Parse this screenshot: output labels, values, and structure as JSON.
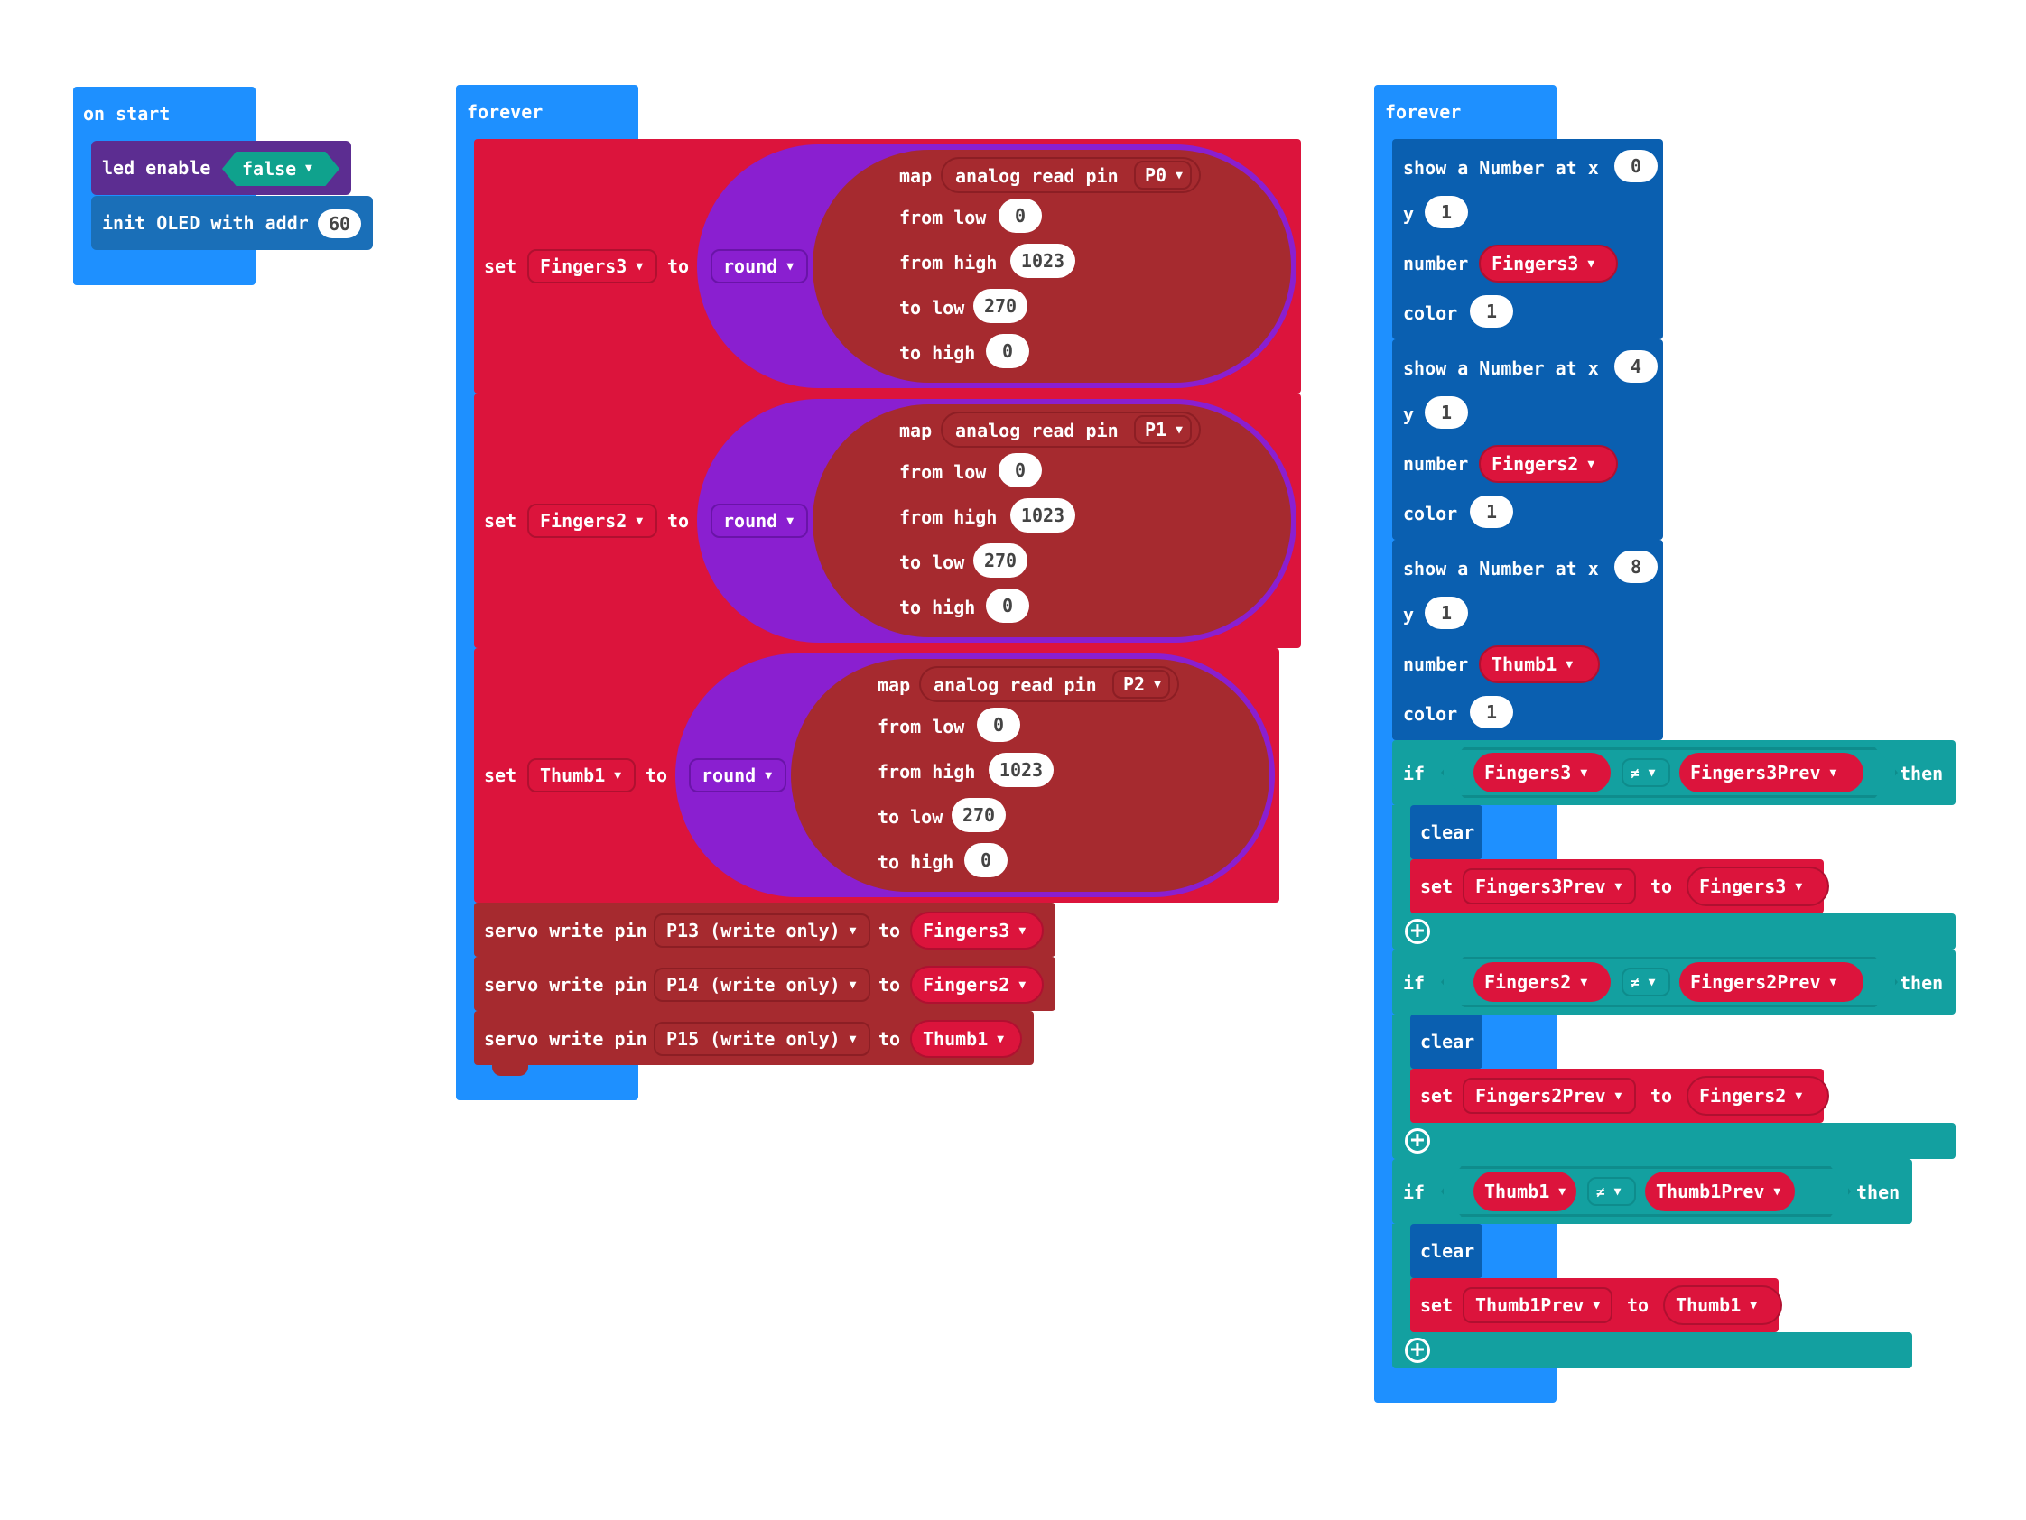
{
  "colors": {
    "loops": "#1e90ff",
    "variables": "#dc143c",
    "math": "#8a1fd0",
    "pins": "#a62a2f",
    "oled": "#0a5fb0",
    "logic": "#13a0a0",
    "led": "#5c2d91",
    "boolean": "#0fa28d"
  },
  "on_start": {
    "header": "on start",
    "led_label": "led enable",
    "led_value": "false",
    "init_label": "init OLED with addr",
    "init_value": "60"
  },
  "forever1": {
    "header": "forever",
    "set_word": "set",
    "to_word": "to",
    "round_label": "round",
    "map_word": "map",
    "analog_label": "analog read pin",
    "from_low": "from low",
    "from_high": "from high",
    "to_low": "to low",
    "to_high": "to high",
    "sets": [
      {
        "var": "Fingers3",
        "pin": "P0",
        "from_low": "0",
        "from_high": "1023",
        "to_low": "270",
        "to_high": "0"
      },
      {
        "var": "Fingers2",
        "pin": "P1",
        "from_low": "0",
        "from_high": "1023",
        "to_low": "270",
        "to_high": "0"
      },
      {
        "var": "Thumb1",
        "pin": "P2",
        "from_low": "0",
        "from_high": "1023",
        "to_low": "270",
        "to_high": "0"
      }
    ],
    "servo_label": "servo write pin",
    "servos": [
      {
        "pin": "P13 (write only)",
        "value": "Fingers3"
      },
      {
        "pin": "P14 (write only)",
        "value": "Fingers2"
      },
      {
        "pin": "P15 (write only)",
        "value": "Thumb1"
      }
    ]
  },
  "forever2": {
    "header": "forever",
    "show_label": "show a Number at x",
    "y_label": "y",
    "number_label": "number",
    "color_label": "color",
    "shows": [
      {
        "x": "0",
        "y": "1",
        "number": "Fingers3",
        "color": "1"
      },
      {
        "x": "4",
        "y": "1",
        "number": "Fingers2",
        "color": "1"
      },
      {
        "x": "8",
        "y": "1",
        "number": "Thumb1",
        "color": "1"
      }
    ],
    "if_word": "if",
    "then_word": "then",
    "clear_label": "clear",
    "neq_op": "≠",
    "ifs": [
      {
        "left": "Fingers3",
        "right": "Fingers3Prev",
        "set_var": "Fingers3Prev",
        "set_val": "Fingers3"
      },
      {
        "left": "Fingers2",
        "right": "Fingers2Prev",
        "set_var": "Fingers2Prev",
        "set_val": "Fingers2"
      },
      {
        "left": "Thumb1",
        "right": "Thumb1Prev",
        "set_var": "Thumb1Prev",
        "set_val": "Thumb1"
      }
    ]
  }
}
